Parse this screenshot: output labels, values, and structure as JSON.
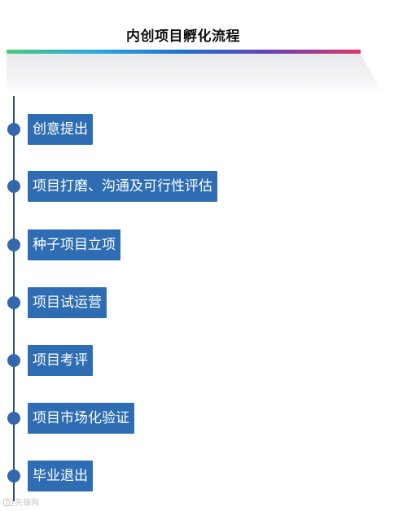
{
  "diagram": {
    "title": "内创项目孵化流程",
    "colors": {
      "node": "#2e6db3",
      "dot": "#3567ad",
      "line": "#2f4f6f",
      "gradient": [
        "#4cc87a",
        "#2aa9e0",
        "#1f6fd0",
        "#6a3fb5",
        "#e2336b"
      ]
    },
    "steps": [
      {
        "label": "创意提出"
      },
      {
        "label": "项目打磨、沟通及可行性评估"
      },
      {
        "label": "种子项目立项"
      },
      {
        "label": "项目试运营"
      },
      {
        "label": "项目考评"
      },
      {
        "label": "项目市场化验证"
      },
      {
        "label": "毕业退出"
      }
    ]
  },
  "watermark": {
    "icon": "camera-icon",
    "text": "先锋网"
  }
}
